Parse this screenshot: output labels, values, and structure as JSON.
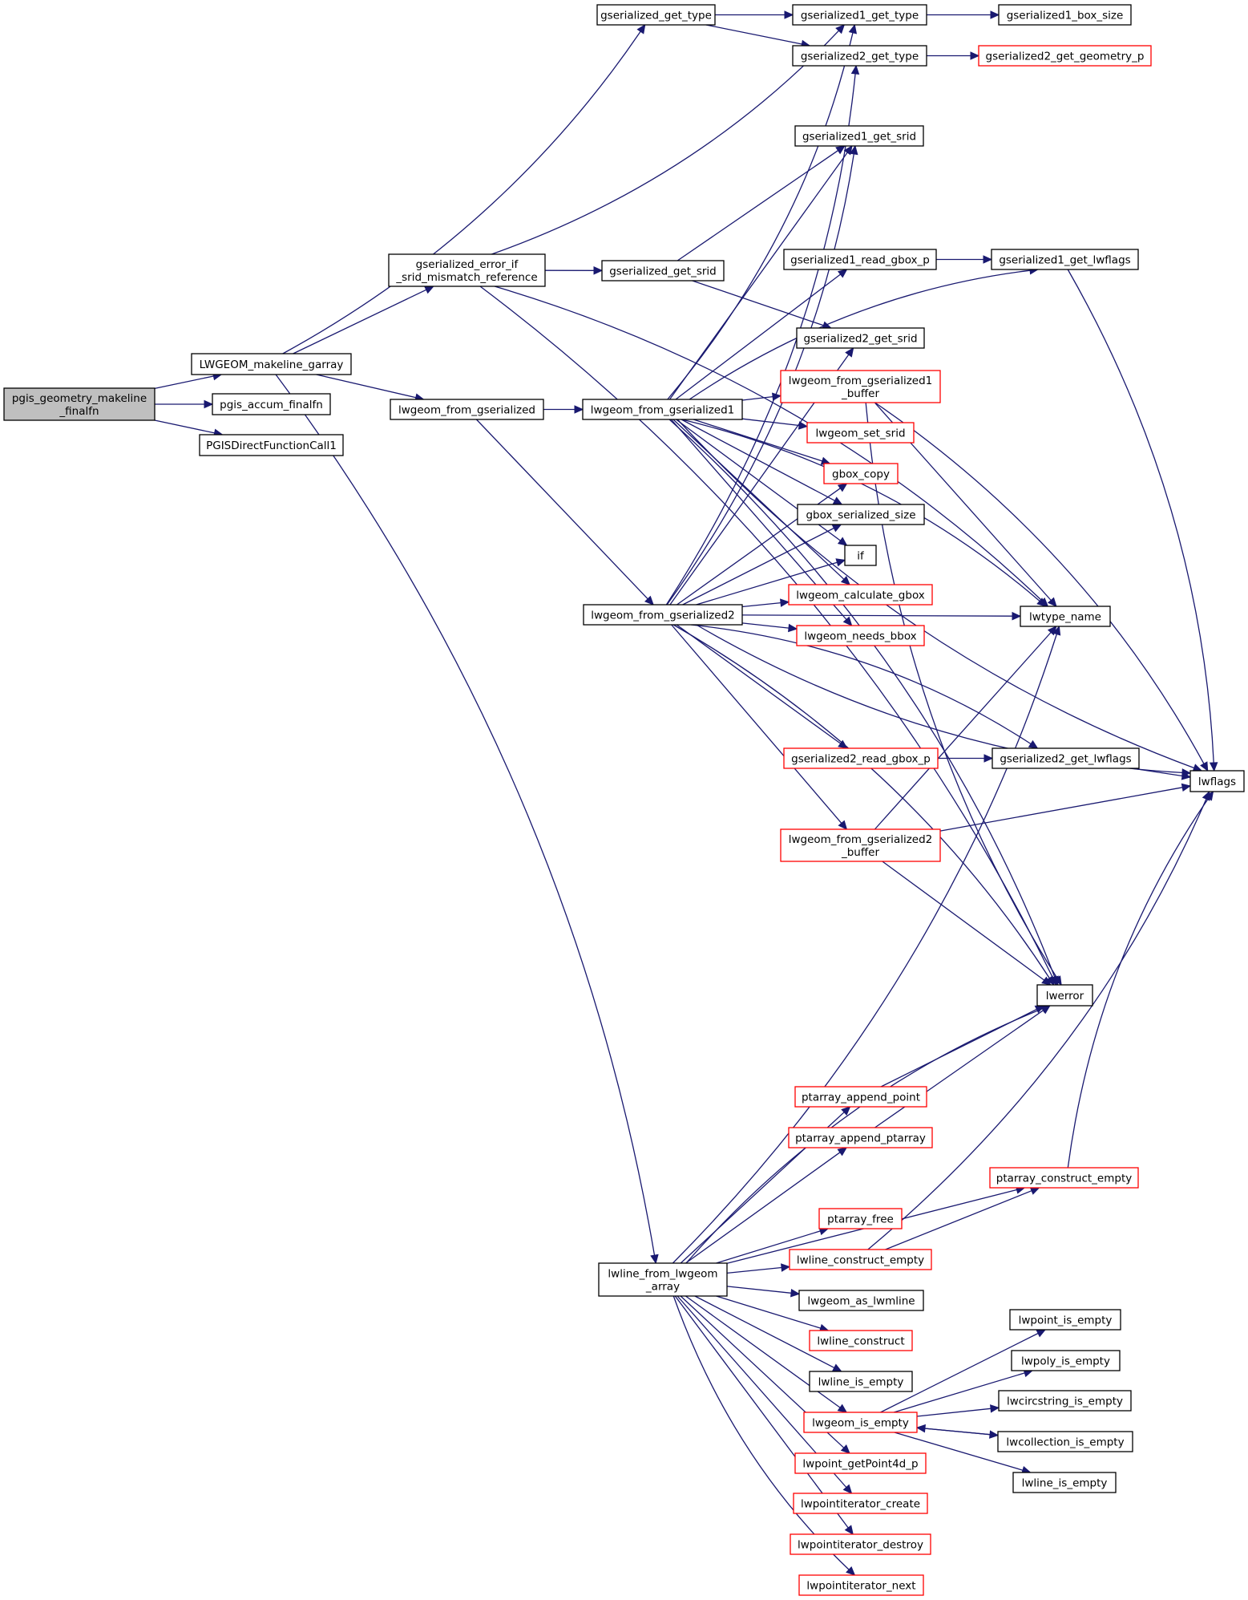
{
  "diagram": {
    "title": "Call graph of pgis_geometry_makeline_finalfn",
    "colors": {
      "edge": "#191970",
      "root_fill": "#bfbfbf",
      "truncated_border": "#ff0000",
      "normal_border": "#000000"
    },
    "nodes": [
      {
        "id": "root",
        "label": "pgis_geometry_makeline\n_finalfn",
        "style": "root"
      },
      {
        "id": "makeline_garray",
        "label": "LWGEOM_makeline_garray",
        "style": "normal"
      },
      {
        "id": "accum_finalfn",
        "label": "pgis_accum_finalfn",
        "style": "normal"
      },
      {
        "id": "directcall1",
        "label": "PGISDirectFunctionCall1",
        "style": "normal"
      },
      {
        "id": "g_get_type",
        "label": "gserialized_get_type",
        "style": "normal"
      },
      {
        "id": "g_error_srid",
        "label": "gserialized_error_if\n_srid_mismatch_reference",
        "style": "normal"
      },
      {
        "id": "lw_from_g",
        "label": "lwgeom_from_gserialized",
        "style": "normal"
      },
      {
        "id": "lwline_from_arr",
        "label": "lwline_from_lwgeom\n_array",
        "style": "normal"
      },
      {
        "id": "g_get_srid",
        "label": "gserialized_get_srid",
        "style": "normal"
      },
      {
        "id": "lw_from_g1",
        "label": "lwgeom_from_gserialized1",
        "style": "normal"
      },
      {
        "id": "lw_from_g2",
        "label": "lwgeom_from_gserialized2",
        "style": "normal"
      },
      {
        "id": "g1_get_type",
        "label": "gserialized1_get_type",
        "style": "normal"
      },
      {
        "id": "g2_get_type",
        "label": "gserialized2_get_type",
        "style": "normal"
      },
      {
        "id": "g1_get_srid",
        "label": "gserialized1_get_srid",
        "style": "normal"
      },
      {
        "id": "g1_read_gbox",
        "label": "gserialized1_read_gbox_p",
        "style": "normal"
      },
      {
        "id": "g2_get_srid",
        "label": "gserialized2_get_srid",
        "style": "normal"
      },
      {
        "id": "lw_from_g1_buf",
        "label": "lwgeom_from_gserialized1\n_buffer",
        "style": "red"
      },
      {
        "id": "lw_set_srid",
        "label": "lwgeom_set_srid",
        "style": "red"
      },
      {
        "id": "gbox_copy",
        "label": "gbox_copy",
        "style": "red"
      },
      {
        "id": "gbox_ser_size",
        "label": "gbox_serialized_size",
        "style": "normal"
      },
      {
        "id": "if",
        "label": "if",
        "style": "normal"
      },
      {
        "id": "lw_calc_gbox",
        "label": "lwgeom_calculate_gbox",
        "style": "red"
      },
      {
        "id": "lw_needs_bbox",
        "label": "lwgeom_needs_bbox",
        "style": "red"
      },
      {
        "id": "g2_read_gbox",
        "label": "gserialized2_read_gbox_p",
        "style": "red"
      },
      {
        "id": "lw_from_g2_buf",
        "label": "lwgeom_from_gserialized2\n_buffer",
        "style": "red"
      },
      {
        "id": "ptarray_append_point",
        "label": "ptarray_append_point",
        "style": "red"
      },
      {
        "id": "ptarray_append_ptarray",
        "label": "ptarray_append_ptarray",
        "style": "red"
      },
      {
        "id": "ptarray_free",
        "label": "ptarray_free",
        "style": "red"
      },
      {
        "id": "lwline_construct_empty",
        "label": "lwline_construct_empty",
        "style": "red"
      },
      {
        "id": "lw_as_lwmline",
        "label": "lwgeom_as_lwmline",
        "style": "normal"
      },
      {
        "id": "lwline_construct",
        "label": "lwline_construct",
        "style": "red"
      },
      {
        "id": "lwline_is_empty_a",
        "label": "lwline_is_empty",
        "style": "normal"
      },
      {
        "id": "lw_is_empty",
        "label": "lwgeom_is_empty",
        "style": "red"
      },
      {
        "id": "lwpoint_get4d",
        "label": "lwpoint_getPoint4d_p",
        "style": "red"
      },
      {
        "id": "lwpi_create",
        "label": "lwpointiterator_create",
        "style": "red"
      },
      {
        "id": "lwpi_destroy",
        "label": "lwpointiterator_destroy",
        "style": "red"
      },
      {
        "id": "lwpi_next",
        "label": "lwpointiterator_next",
        "style": "red"
      },
      {
        "id": "g1_box_size",
        "label": "gserialized1_box_size",
        "style": "normal"
      },
      {
        "id": "g2_get_geom_p",
        "label": "gserialized2_get_geometry_p",
        "style": "red"
      },
      {
        "id": "g1_get_lwflags",
        "label": "gserialized1_get_lwflags",
        "style": "normal"
      },
      {
        "id": "lwtype_name",
        "label": "lwtype_name",
        "style": "normal"
      },
      {
        "id": "g2_get_lwflags",
        "label": "gserialized2_get_lwflags",
        "style": "normal"
      },
      {
        "id": "lwerror",
        "label": "lwerror",
        "style": "normal"
      },
      {
        "id": "ptarray_construct_empty",
        "label": "ptarray_construct_empty",
        "style": "red"
      },
      {
        "id": "lwpoint_is_empty",
        "label": "lwpoint_is_empty",
        "style": "normal"
      },
      {
        "id": "lwpoly_is_empty",
        "label": "lwpoly_is_empty",
        "style": "normal"
      },
      {
        "id": "lwcircstring_is_empty",
        "label": "lwcircstring_is_empty",
        "style": "normal"
      },
      {
        "id": "lwcollection_is_empty",
        "label": "lwcollection_is_empty",
        "style": "normal"
      },
      {
        "id": "lwline_is_empty_b",
        "label": "lwline_is_empty",
        "style": "normal"
      },
      {
        "id": "lwflags",
        "label": "lwflags",
        "style": "normal"
      }
    ],
    "edges": [
      [
        "root",
        "makeline_garray"
      ],
      [
        "root",
        "accum_finalfn"
      ],
      [
        "root",
        "directcall1"
      ],
      [
        "makeline_garray",
        "g_get_type"
      ],
      [
        "makeline_garray",
        "g_error_srid"
      ],
      [
        "makeline_garray",
        "lw_from_g"
      ],
      [
        "makeline_garray",
        "lwline_from_arr"
      ],
      [
        "g_get_type",
        "g1_get_type"
      ],
      [
        "g_get_type",
        "g2_get_type"
      ],
      [
        "g_error_srid",
        "g1_get_type"
      ],
      [
        "g_error_srid",
        "lwtype_name"
      ],
      [
        "g_error_srid",
        "g_get_srid"
      ],
      [
        "g_error_srid",
        "lwerror"
      ],
      [
        "lw_from_g",
        "lw_from_g1"
      ],
      [
        "lw_from_g",
        "lw_from_g2"
      ],
      [
        "g_get_srid",
        "g1_get_srid"
      ],
      [
        "g_get_srid",
        "g2_get_srid"
      ],
      [
        "g1_get_type",
        "g1_box_size"
      ],
      [
        "g2_get_type",
        "g2_get_geom_p"
      ],
      [
        "lw_from_g1",
        "g1_get_type"
      ],
      [
        "lw_from_g1",
        "g1_get_srid"
      ],
      [
        "lw_from_g1",
        "lwflags"
      ],
      [
        "lw_from_g1",
        "g1_get_lwflags"
      ],
      [
        "lw_from_g1",
        "g1_read_gbox"
      ],
      [
        "lw_from_g1",
        "lwtype_name"
      ],
      [
        "lw_from_g1",
        "lw_from_g1_buf"
      ],
      [
        "lw_from_g1",
        "lw_set_srid"
      ],
      [
        "lw_from_g1",
        "gbox_copy"
      ],
      [
        "lw_from_g1",
        "gbox_ser_size"
      ],
      [
        "lw_from_g1",
        "if"
      ],
      [
        "lw_from_g1",
        "lw_calc_gbox"
      ],
      [
        "lw_from_g1",
        "lw_needs_bbox"
      ],
      [
        "lw_from_g1",
        "lwerror"
      ],
      [
        "lw_from_g2",
        "g2_get_type"
      ],
      [
        "lw_from_g2",
        "g2_get_srid"
      ],
      [
        "lw_from_g2",
        "g1_get_srid"
      ],
      [
        "lw_from_g2",
        "gbox_copy"
      ],
      [
        "lw_from_g2",
        "gbox_ser_size"
      ],
      [
        "lw_from_g2",
        "if"
      ],
      [
        "lw_from_g2",
        "lw_calc_gbox"
      ],
      [
        "lw_from_g2",
        "lw_needs_bbox"
      ],
      [
        "lw_from_g2",
        "lwtype_name"
      ],
      [
        "lw_from_g2",
        "g2_get_lwflags"
      ],
      [
        "lw_from_g2",
        "g2_read_gbox"
      ],
      [
        "lw_from_g2",
        "lw_from_g2_buf"
      ],
      [
        "lw_from_g2",
        "lwflags"
      ],
      [
        "lw_from_g2",
        "lwerror"
      ],
      [
        "g1_read_gbox",
        "g1_get_lwflags"
      ],
      [
        "g1_get_lwflags",
        "lwflags"
      ],
      [
        "lw_from_g1_buf",
        "lwtype_name"
      ],
      [
        "lw_from_g1_buf",
        "lwflags"
      ],
      [
        "lw_from_g1_buf",
        "lwerror"
      ],
      [
        "g2_read_gbox",
        "g2_get_lwflags"
      ],
      [
        "g2_get_lwflags",
        "lwflags"
      ],
      [
        "lw_from_g2_buf",
        "lwtype_name"
      ],
      [
        "lw_from_g2_buf",
        "lwflags"
      ],
      [
        "lw_from_g2_buf",
        "lwerror"
      ],
      [
        "lwline_from_arr",
        "lwtype_name"
      ],
      [
        "lwline_from_arr",
        "lwerror"
      ],
      [
        "lwline_from_arr",
        "ptarray_append_point"
      ],
      [
        "lwline_from_arr",
        "ptarray_append_ptarray"
      ],
      [
        "lwline_from_arr",
        "ptarray_construct_empty"
      ],
      [
        "lwline_from_arr",
        "ptarray_free"
      ],
      [
        "lwline_from_arr",
        "lwline_construct_empty"
      ],
      [
        "lwline_from_arr",
        "lw_as_lwmline"
      ],
      [
        "lwline_from_arr",
        "lwline_construct"
      ],
      [
        "lwline_from_arr",
        "lwline_is_empty_a"
      ],
      [
        "lwline_from_arr",
        "lw_is_empty"
      ],
      [
        "lwline_from_arr",
        "lwpoint_get4d"
      ],
      [
        "lwline_from_arr",
        "lwpi_create"
      ],
      [
        "lwline_from_arr",
        "lwpi_destroy"
      ],
      [
        "lwline_from_arr",
        "lwpi_next"
      ],
      [
        "ptarray_append_point",
        "lwerror"
      ],
      [
        "ptarray_append_ptarray",
        "lwerror"
      ],
      [
        "lwline_construct_empty",
        "ptarray_construct_empty"
      ],
      [
        "lwline_construct_empty",
        "lwflags"
      ],
      [
        "ptarray_construct_empty",
        "lwflags"
      ],
      [
        "lw_is_empty",
        "lwpoint_is_empty"
      ],
      [
        "lw_is_empty",
        "lwpoly_is_empty"
      ],
      [
        "lw_is_empty",
        "lwcircstring_is_empty"
      ],
      [
        "lw_is_empty",
        "lwcollection_is_empty"
      ],
      [
        "lw_is_empty",
        "lwline_is_empty_b"
      ],
      [
        "lwcollection_is_empty",
        "lw_is_empty"
      ]
    ]
  }
}
